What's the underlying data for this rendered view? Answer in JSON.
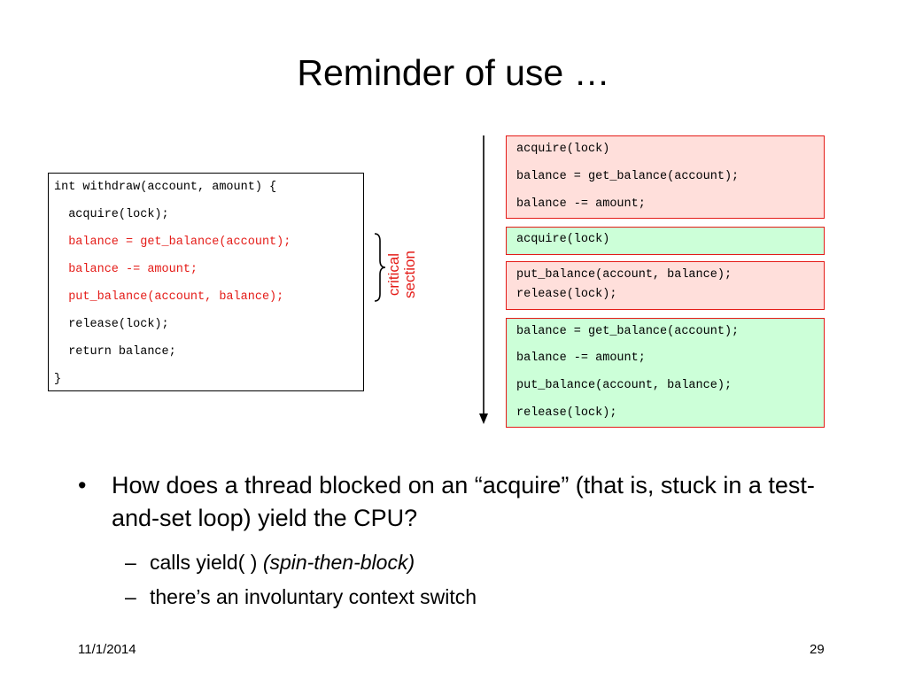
{
  "slide": {
    "title": "Reminder of use …",
    "date": "11/1/2014",
    "page_number": "29"
  },
  "code_listing": [
    {
      "text": "int withdraw(account, amount) {",
      "red": false
    },
    {
      "text": "  acquire(lock);",
      "red": false
    },
    {
      "text": "  balance = get_balance(account);",
      "red": true
    },
    {
      "text": "  balance -= amount;",
      "red": true
    },
    {
      "text": "  put_balance(account, balance);",
      "red": true
    },
    {
      "text": "  release(lock);",
      "red": false
    },
    {
      "text": "  return balance;",
      "red": false
    },
    {
      "text": "}",
      "red": false
    }
  ],
  "critical_section_label": {
    "line1": "critical",
    "line2": "section"
  },
  "timeline": {
    "box1": [
      "acquire(lock)",
      "balance = get_balance(account);",
      "balance -= amount;"
    ],
    "box2": [
      "acquire(lock)"
    ],
    "box3": [
      "put_balance(account, balance);",
      "release(lock);"
    ],
    "box4": [
      "balance = get_balance(account);",
      "balance -= amount;",
      "put_balance(account, balance);",
      "release(lock);"
    ]
  },
  "colors": {
    "accent_red": "#e41b17",
    "pink_fill": "#ffdfdb",
    "green_fill": "#ccffd8"
  },
  "bullets": {
    "main": "How does a thread blocked on an “acquire” (that is, stuck in a test-and-set loop) yield the CPU?",
    "sub1_plain": "calls yield( ) ",
    "sub1_italic": "(spin-then-block)",
    "sub2": "there’s an involuntary context switch"
  }
}
